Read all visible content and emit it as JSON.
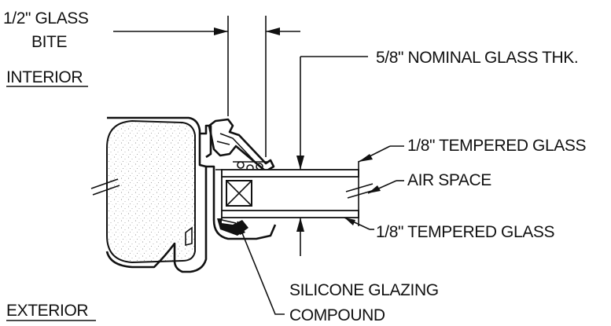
{
  "labels": {
    "glass_bite_line1": "1/2\" GLASS",
    "glass_bite_line2": "BITE",
    "interior": "INTERIOR",
    "exterior": "EXTERIOR",
    "nominal_thickness": "5/8\" NOMINAL GLASS THK.",
    "tempered_glass_top": "1/8\" TEMPERED GLASS",
    "air_space": "AIR SPACE",
    "tempered_glass_bottom": "1/8\" TEMPERED GLASS",
    "silicone_line1": "SILICONE GLAZING",
    "silicone_line2": "COMPOUND"
  }
}
